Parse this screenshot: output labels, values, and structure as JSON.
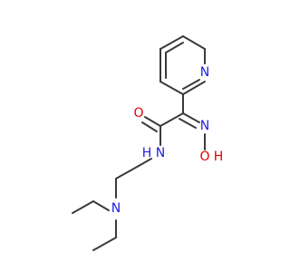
{
  "molecule": {
    "atoms": {
      "pyridine_n": {
        "label": "N",
        "color": "#2020e0"
      },
      "carbonyl_o": {
        "label": "O",
        "color": "#e00000"
      },
      "oxime_n": {
        "label": "N",
        "color": "#2020e0"
      },
      "hydroxyl_o": {
        "label": "O",
        "color": "#e00000"
      },
      "hydroxyl_h": {
        "label": "H",
        "color": "#e00000"
      },
      "amide_n": {
        "label": "N",
        "color": "#2020e0"
      },
      "amide_h": {
        "label": "H",
        "color": "#2020e0"
      },
      "amine_n": {
        "label": "N",
        "color": "#2020e0"
      }
    },
    "bond_color": "#3a3a3a"
  }
}
